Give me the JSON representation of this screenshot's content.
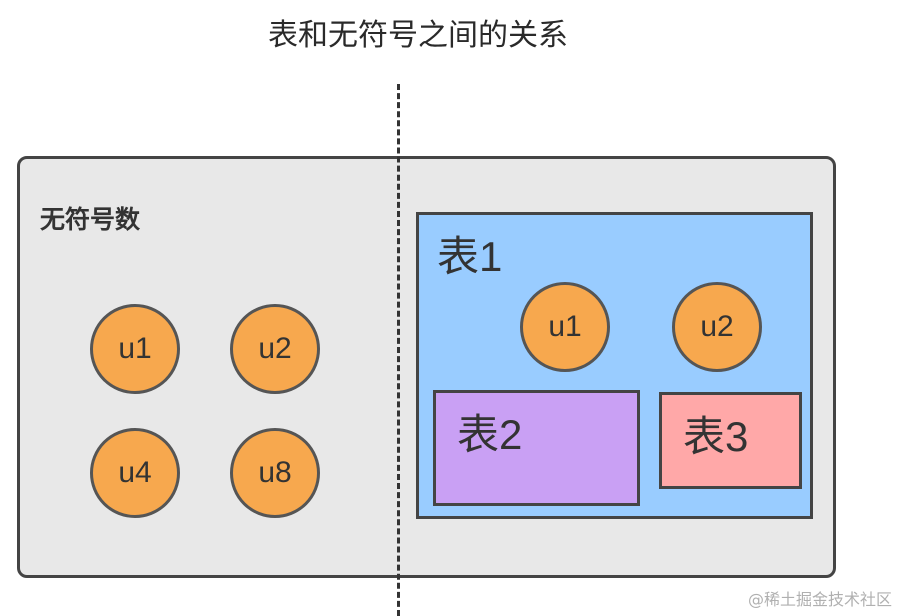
{
  "title": "表和无符号之间的关系",
  "left_panel": {
    "label": "无符号数",
    "circles": [
      "u1",
      "u2",
      "u4",
      "u8"
    ]
  },
  "right_panel": {
    "table1": {
      "label": "表1",
      "circles": [
        "u1",
        "u2"
      ]
    },
    "table2": {
      "label": "表2"
    },
    "table3": {
      "label": "表3"
    }
  },
  "watermark": "@稀土掘金技术社区",
  "colors": {
    "background_panel": "#e8e8e8",
    "circle_fill": "#f7a84e",
    "table1_fill": "#99ccff",
    "table2_fill": "#c9a0f4",
    "table3_fill": "#ffa8a8"
  }
}
